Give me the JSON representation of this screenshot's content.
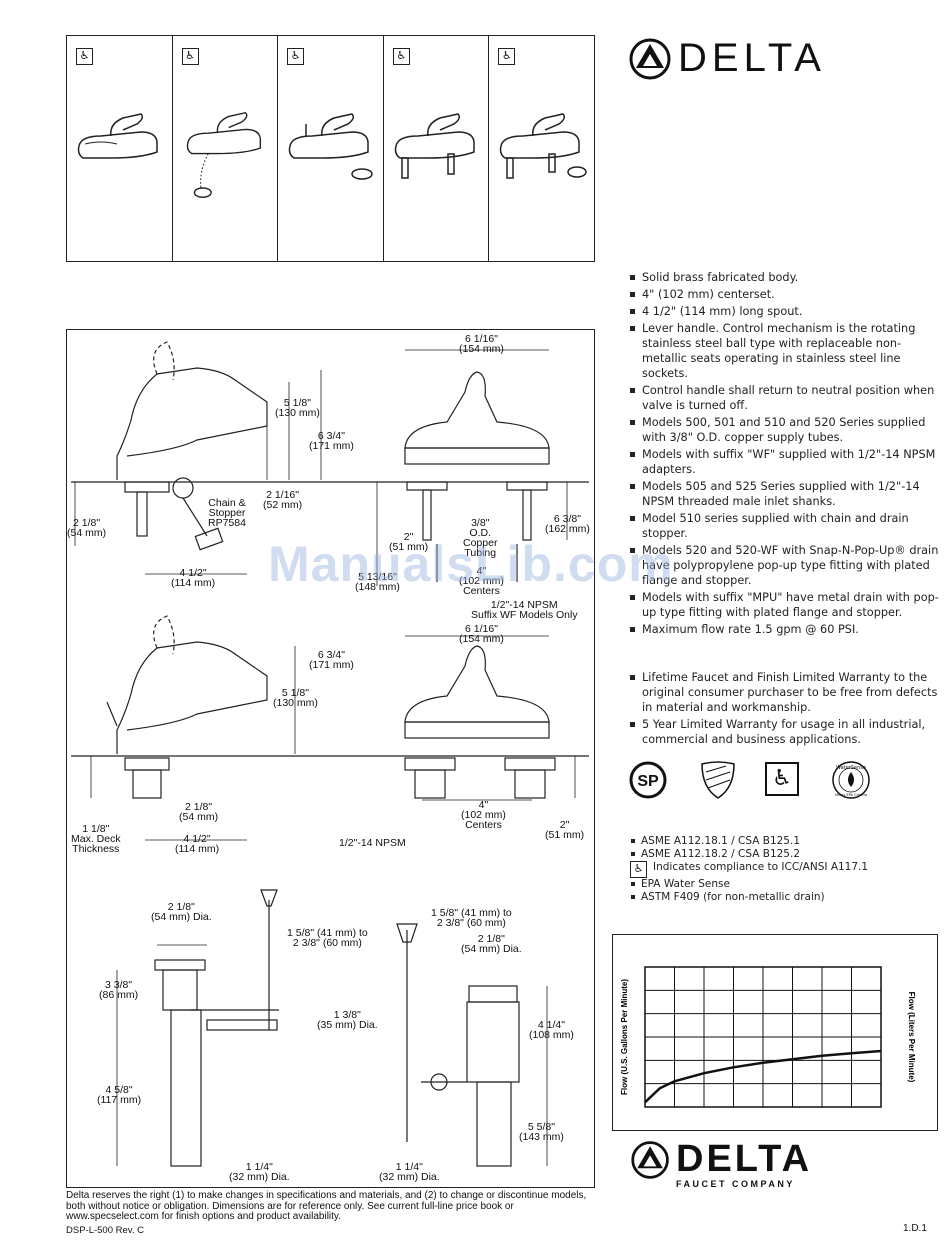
{
  "brand": {
    "name": "DELTA",
    "tagline": "FAUCET COMPANY"
  },
  "products": [
    {
      "ada": "♿"
    },
    {
      "ada": "♿"
    },
    {
      "ada": "♿"
    },
    {
      "ada": "♿"
    },
    {
      "ada": "♿"
    }
  ],
  "features": [
    "Solid brass fabricated body.",
    "4\" (102 mm) centerset.",
    "4 1/2\" (114 mm) long spout.",
    "Lever handle. Control mechanism is the rotating stainless steel ball type with replaceable non-metallic seats operating in stainless steel line sockets.",
    "Control handle shall return to neutral position when valve is turned off.",
    "Models 500, 501 and 510 and 520 Series supplied with 3/8\" O.D. copper supply tubes.",
    "Models with suffix \"WF\" supplied with 1/2\"-14 NPSM adapters.",
    "Models 505 and 525 Series supplied with 1/2\"-14 NPSM threaded male inlet shanks.",
    "Model 510 series supplied with chain and drain stopper.",
    "Models 520 and 520-WF with Snap-N-Pop-Up® drain have polypropylene pop-up type fitting with plated flange and stopper.",
    "Models with suffix \"MPU\" have metal drain with pop-up type fitting with plated flange and stopper.",
    "Maximum flow rate 1.5 gpm @ 60 PSI."
  ],
  "warranty": [
    "Lifetime Faucet and Finish Limited Warranty to the original consumer purchaser to be free from defects in material and workmanship.",
    "5 Year Limited Warranty for usage in all industrial, commercial and business applications."
  ],
  "cert_icons": [
    "csa-logo",
    "ul-shield",
    "ada-icon",
    "watersense-logo"
  ],
  "certs_text": {
    "csa": "SP",
    "watersense": "WaterSense",
    "watersense_sub": "Meets EPA Criteria"
  },
  "standards": [
    {
      "bullet": "square",
      "text": "ASME A112.18.1 / CSA B125.1"
    },
    {
      "bullet": "square",
      "text": "ASME A112.18.2 / CSA B125.2"
    },
    {
      "bullet": "ada",
      "text": "Indicates compliance to ICC/ANSI A117.1"
    },
    {
      "bullet": "square",
      "text": "EPA Water Sense"
    },
    {
      "bullet": "square",
      "text": "ASTM F409 (for non-metallic drain)"
    }
  ],
  "dimensions": {
    "top_side": {
      "h1": "5 1/8\"",
      "h1m": "(130 mm)",
      "h2": "6 3/4\"",
      "h2m": "(171 mm)",
      "h3": "2 1/16\"",
      "h3m": "(52 mm)",
      "chain": "Chain &",
      "stopper": "Stopper",
      "part": "RP7584",
      "below": "2 1/8\"",
      "belowm": "(54 mm)",
      "spout": "4 1/2\"",
      "spoutm": "(114 mm)",
      "tubing1": "5 13/16\"",
      "tubing1m": "(148 mm)"
    },
    "top_front": {
      "w": "6 1/16\"",
      "wm": "(154 mm)",
      "od": "3/8\"",
      "od2": "O.D.",
      "od3": "Copper",
      "od4": "Tubing",
      "two": "2\"",
      "twom": "(51 mm)",
      "centers": "4\"",
      "centersm": "(102 mm)",
      "centers_label": "Centers",
      "h": "6 3/8\"",
      "hm": "(162 mm)",
      "npsm": "1/2\"-14 NPSM",
      "npsm2": "Suffix WF Models Only"
    },
    "mid_side": {
      "h1": "6 3/4\"",
      "h1m": "(171 mm)",
      "h2": "5 1/8\"",
      "h2m": "(130 mm)",
      "below": "2 1/8\"",
      "belowm": "(54 mm)",
      "deck": "1 1/8\"",
      "deck2": "Max. Deck",
      "deck3": "Thickness",
      "spout": "4 1/2\"",
      "spoutm": "(114 mm)"
    },
    "mid_front": {
      "w": "6 1/16\"",
      "wm": "(154 mm)",
      "centers": "4\"",
      "centersm": "(102 mm)",
      "centers_label": "Centers",
      "npsm": "1/2\"-14 NPSM",
      "two": "2\"",
      "twom": "(51 mm)"
    },
    "drain_left": {
      "dia": "2 1/8\"",
      "diam": "(54 mm) Dia.",
      "h": "3 3/8\"",
      "hm": "(86 mm)",
      "rod": "1 5/8\" (41 mm) to",
      "rod2": "2 3/8\" (60 mm)",
      "tail": "1 3/8\"",
      "tailm": "(35 mm) Dia.",
      "len": "4 5/8\"",
      "lenm": "(117 mm)",
      "bot": "1 1/4\"",
      "botm": "(32 mm) Dia."
    },
    "drain_right": {
      "rod": "1 5/8\" (41 mm) to",
      "rod2": "2 3/8\" (60 mm)",
      "dia": "2 1/8\"",
      "diam": "(54 mm) Dia.",
      "h": "4 1/4\"",
      "hm": "(108 mm)",
      "len": "5 5/8\"",
      "lenm": "(143 mm)",
      "bot": "1 1/4\"",
      "botm": "(32 mm) Dia."
    }
  },
  "chart_data": {
    "type": "line",
    "title": "",
    "ylabel": "Flow (U.S. Gallons Per Minute)",
    "y2label": "Flow (Liters Per Minute)",
    "xlabel": "",
    "grid": true,
    "grid_cols": 8,
    "grid_rows": 6,
    "series": [
      {
        "values": [
          [
            0,
            0.2
          ],
          [
            0.5,
            0.8
          ],
          [
            1,
            1.1
          ],
          [
            2,
            1.45
          ],
          [
            3,
            1.7
          ],
          [
            4,
            1.9
          ],
          [
            5,
            2.05
          ],
          [
            6,
            2.2
          ],
          [
            7,
            2.3
          ],
          [
            8,
            2.4
          ]
        ]
      }
    ],
    "xlim": [
      0,
      8
    ],
    "ylim": [
      0,
      6
    ]
  },
  "footer": {
    "note": "Delta reserves the right (1) to make changes in specifications and materials, and (2) to change or discontinue models, both without notice or obligation. Dimensions are for reference only.  See current full-line price book or www.specselect.com for finish options and product availability.",
    "doc_id": "DSP-L-500 Rev. C",
    "page": "1.D.1"
  },
  "watermark": "ManualsLib.com"
}
